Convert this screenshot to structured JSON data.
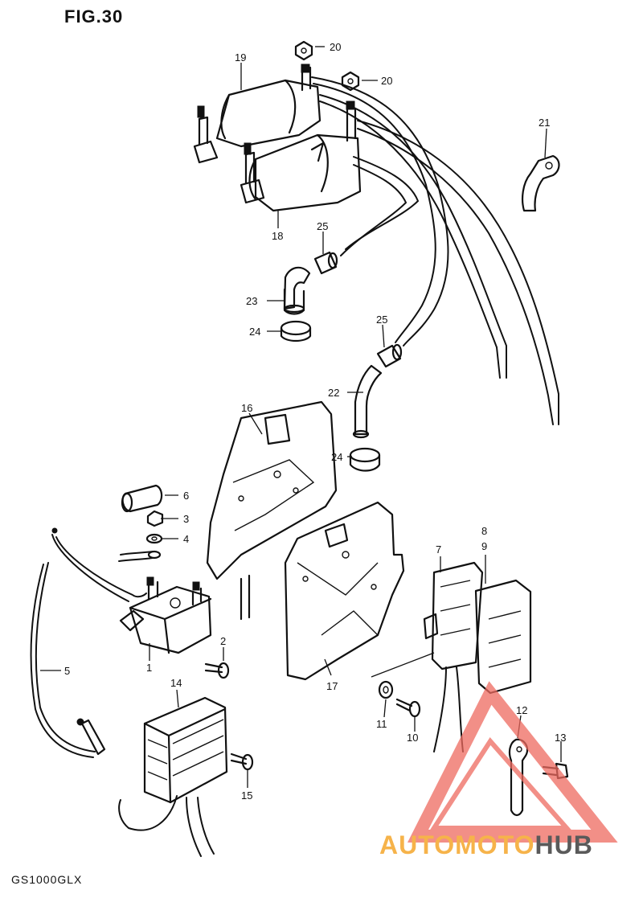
{
  "figure_label": "FIG.30",
  "model_label": "GS1000GLX",
  "watermark": {
    "part1": "AUTOMOTO",
    "part2": "HUB",
    "color_primary": "#f6b34a",
    "color_secondary": "#5a5a5a",
    "logo_color": "#ee6a5f"
  },
  "callouts": {
    "c1": "1",
    "c2": "2",
    "c3": "3",
    "c4": "4",
    "c5": "5",
    "c6": "6",
    "c7": "7",
    "c8": "8",
    "c9": "9",
    "c10": "10",
    "c11": "11",
    "c12": "12",
    "c13": "13",
    "c14": "14",
    "c15": "15",
    "c16": "16",
    "c17": "17",
    "c18": "18",
    "c19": "19",
    "c20a": "20",
    "c20b": "20",
    "c21": "21",
    "c22": "22",
    "c23": "23",
    "c24a": "24",
    "c24b": "24",
    "c25a": "25",
    "c25b": "25"
  }
}
